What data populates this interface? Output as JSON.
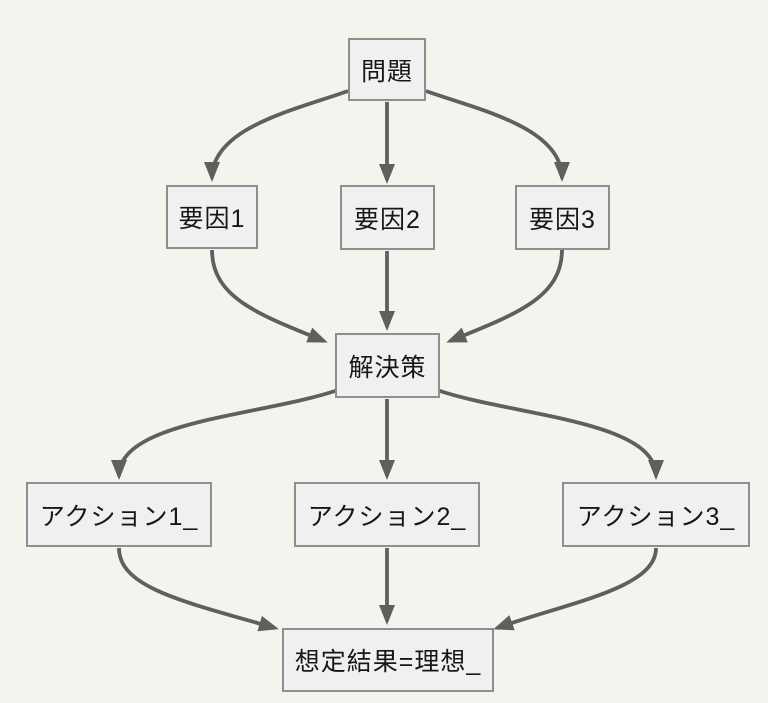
{
  "diagram": {
    "type": "flowchart",
    "direction": "top-down",
    "colors": {
      "background": "#f5f3ee",
      "node_fill": "#f0f0f0",
      "node_border": "#8e8e8e",
      "edge": "#5f5f5f",
      "text": "#171717"
    },
    "nodes": {
      "problem": {
        "label": "問題"
      },
      "factor1": {
        "label": "要因1"
      },
      "factor2": {
        "label": "要因2"
      },
      "factor3": {
        "label": "要因3"
      },
      "solution": {
        "label": "解決策"
      },
      "action1": {
        "label": "アクション1_"
      },
      "action2": {
        "label": "アクション2_"
      },
      "action3": {
        "label": "アクション3_"
      },
      "result": {
        "label": "想定結果=理想_"
      }
    },
    "edges": [
      {
        "from": "problem",
        "to": "factor1"
      },
      {
        "from": "problem",
        "to": "factor2"
      },
      {
        "from": "problem",
        "to": "factor3"
      },
      {
        "from": "factor1",
        "to": "solution"
      },
      {
        "from": "factor2",
        "to": "solution"
      },
      {
        "from": "factor3",
        "to": "solution"
      },
      {
        "from": "solution",
        "to": "action1"
      },
      {
        "from": "solution",
        "to": "action2"
      },
      {
        "from": "solution",
        "to": "action3"
      },
      {
        "from": "action1",
        "to": "result"
      },
      {
        "from": "action2",
        "to": "result"
      },
      {
        "from": "action3",
        "to": "result"
      }
    ]
  }
}
